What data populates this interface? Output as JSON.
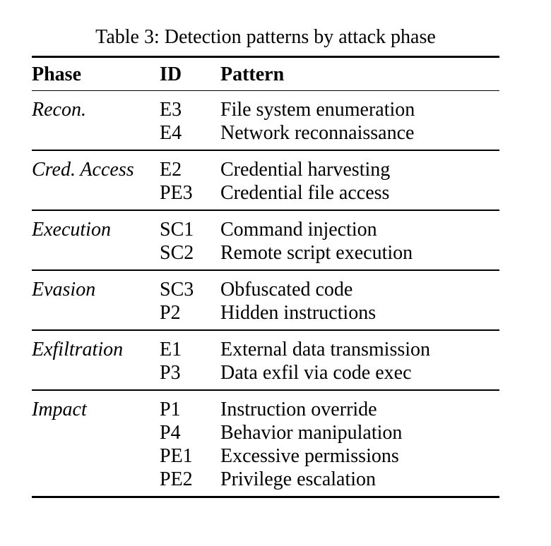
{
  "page": {
    "background_color": "#ffffff",
    "text_color": "#000000"
  },
  "table": {
    "caption": "Table 3: Detection patterns by attack phase",
    "columns": [
      "Phase",
      "ID",
      "Pattern"
    ],
    "groups": [
      {
        "phase": "Recon.",
        "rows": [
          {
            "id": "E3",
            "pattern": "File system enumeration"
          },
          {
            "id": "E4",
            "pattern": "Network reconnaissance"
          }
        ]
      },
      {
        "phase": "Cred. Access",
        "rows": [
          {
            "id": "E2",
            "pattern": "Credential harvesting"
          },
          {
            "id": "PE3",
            "pattern": "Credential file access"
          }
        ]
      },
      {
        "phase": "Execution",
        "rows": [
          {
            "id": "SC1",
            "pattern": "Command injection"
          },
          {
            "id": "SC2",
            "pattern": "Remote script execution"
          }
        ]
      },
      {
        "phase": "Evasion",
        "rows": [
          {
            "id": "SC3",
            "pattern": "Obfuscated code"
          },
          {
            "id": "P2",
            "pattern": "Hidden instructions"
          }
        ]
      },
      {
        "phase": "Exfiltration",
        "rows": [
          {
            "id": "E1",
            "pattern": "External data transmission"
          },
          {
            "id": "P3",
            "pattern": "Data exfil via code exec"
          }
        ]
      },
      {
        "phase": "Impact",
        "rows": [
          {
            "id": "P1",
            "pattern": "Instruction override"
          },
          {
            "id": "P4",
            "pattern": "Behavior manipulation"
          },
          {
            "id": "PE1",
            "pattern": "Excessive permissions"
          },
          {
            "id": "PE2",
            "pattern": "Privilege escalation"
          }
        ]
      }
    ]
  }
}
